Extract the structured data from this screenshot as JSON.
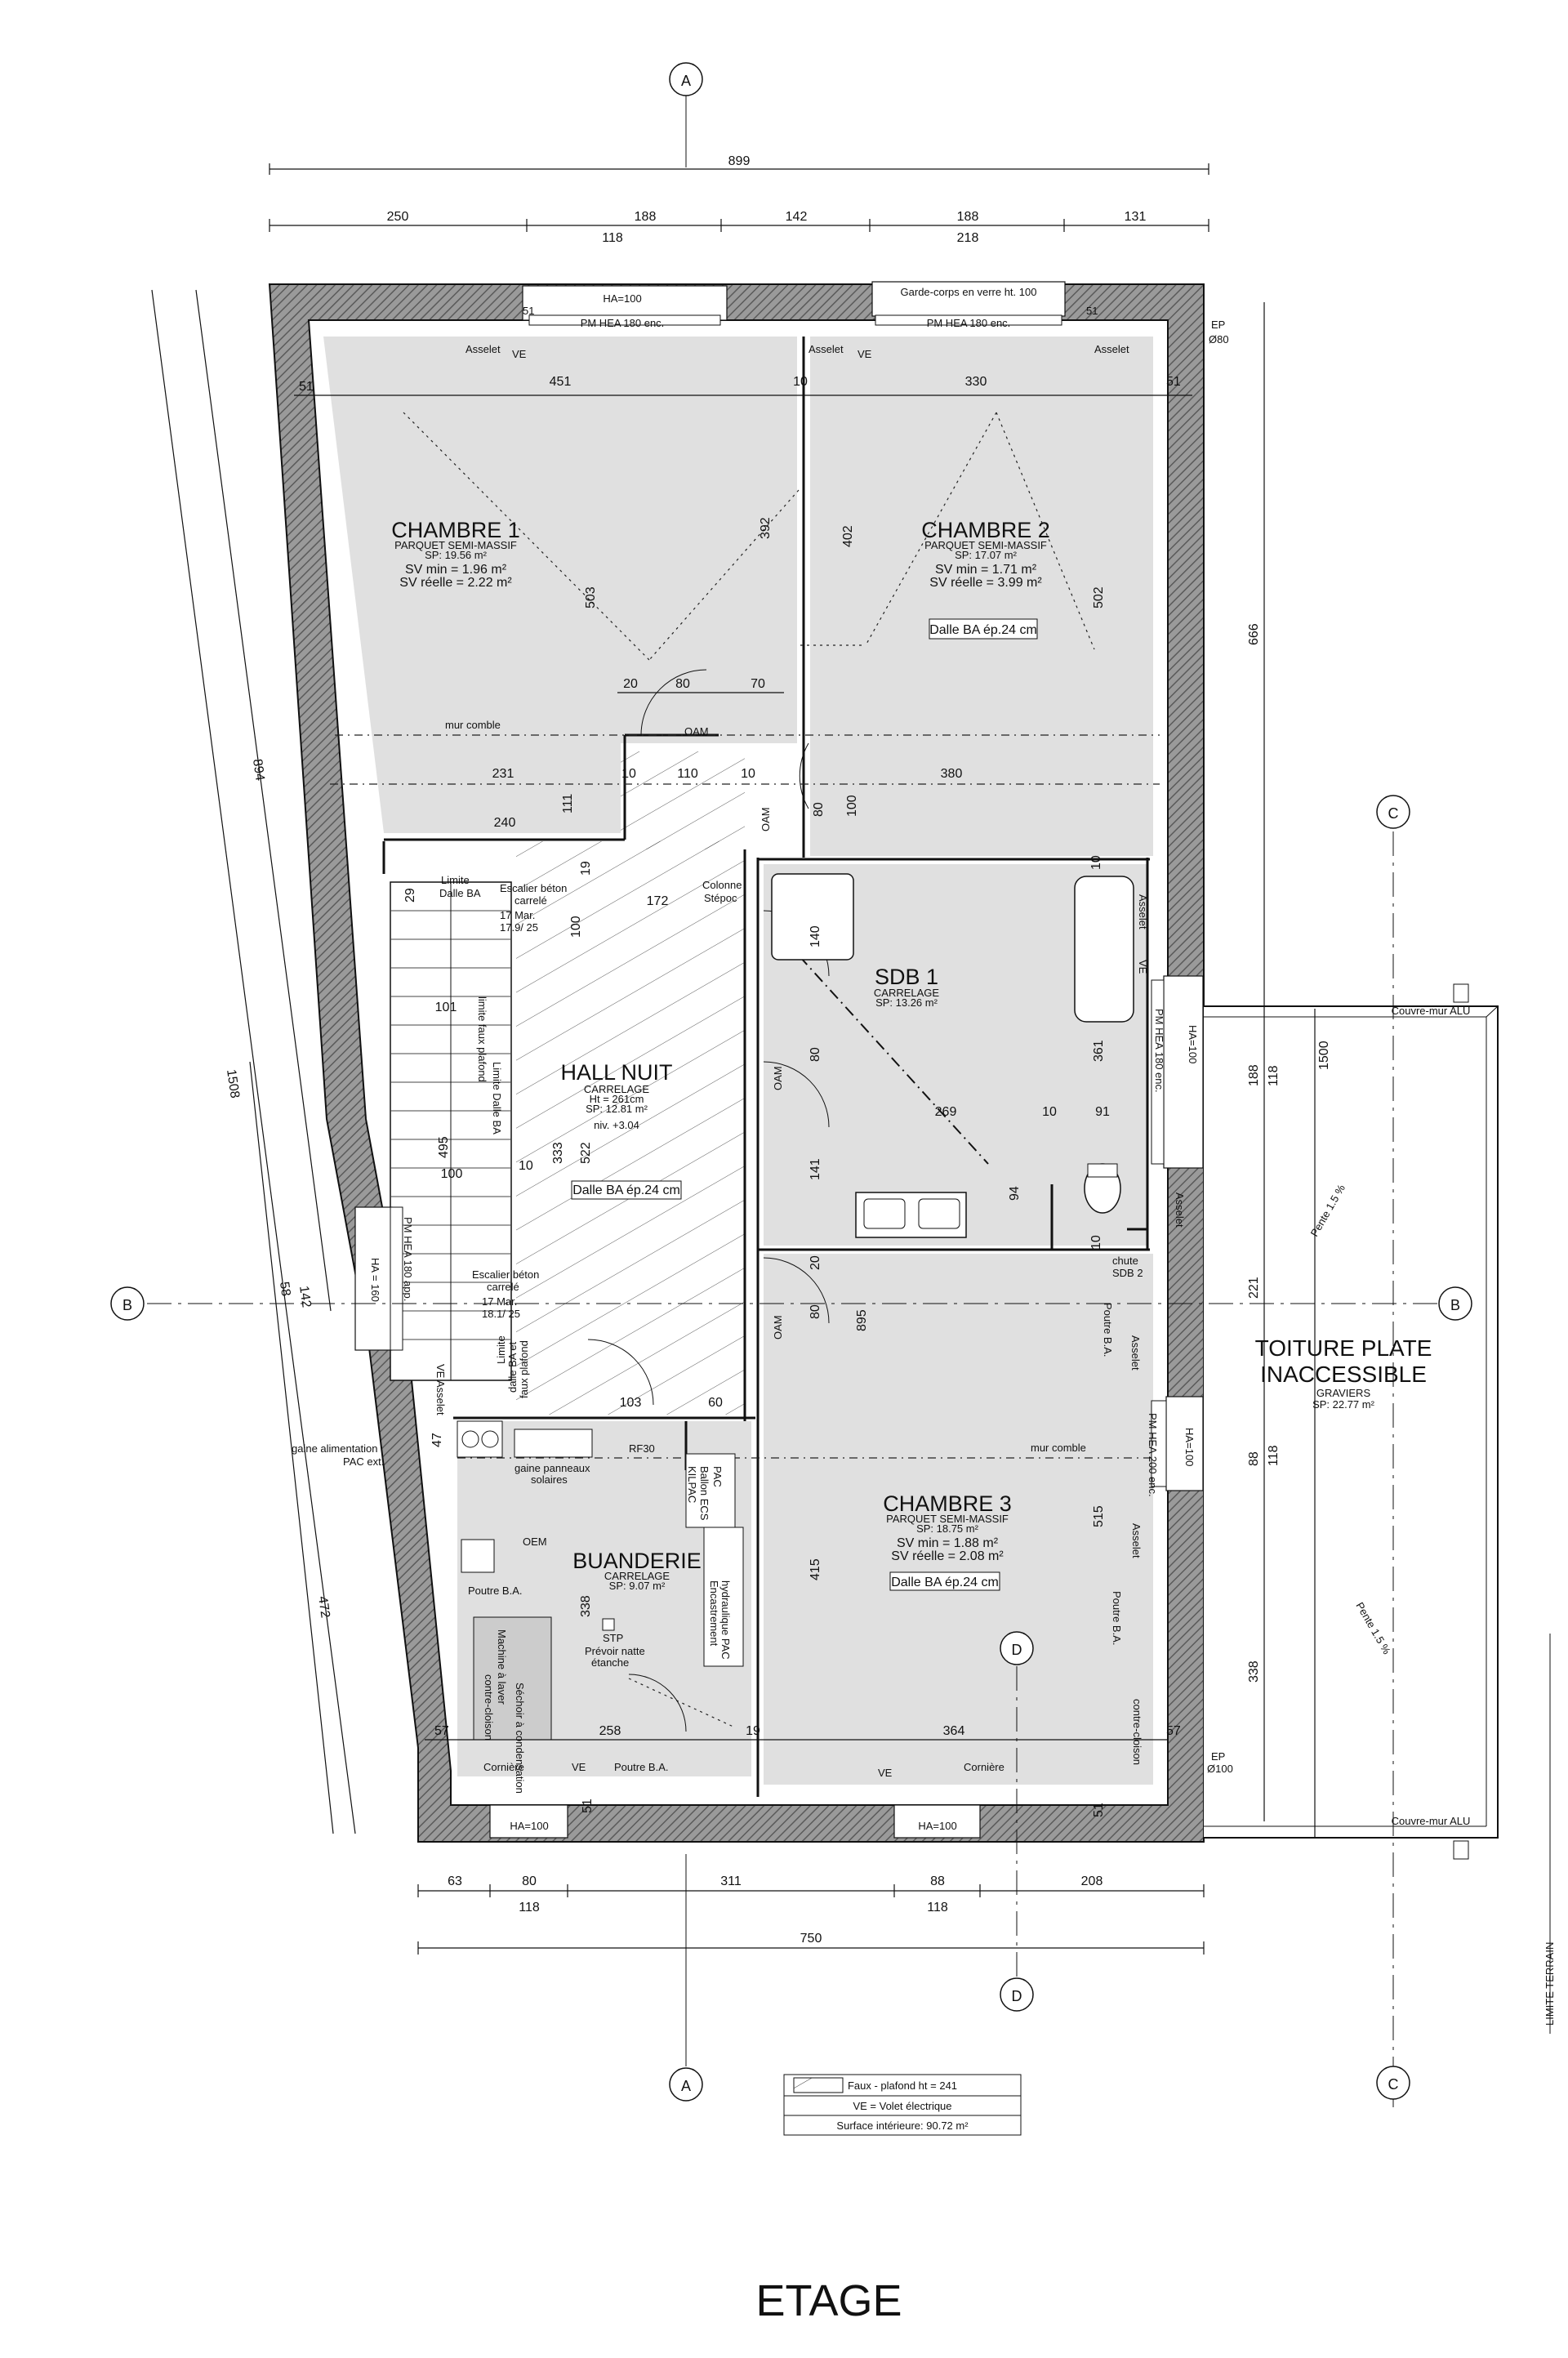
{
  "axes": {
    "a_top": "A",
    "a_bottom": "A",
    "b_left": "B",
    "b_right": "B",
    "c_top": "C",
    "c_bottom": "C",
    "d_mid": "D",
    "d_bottom": "D"
  },
  "top_dims": {
    "total": "899",
    "row1": [
      "250",
      "188",
      "142",
      "188",
      "131"
    ],
    "row2": [
      "118",
      "218"
    ]
  },
  "bottom_dims": {
    "row1": [
      "63",
      "80",
      "311",
      "88",
      "208"
    ],
    "row2": [
      "118",
      "118"
    ],
    "total": "750"
  },
  "left_dims": {
    "d894": "894",
    "d1508": "1508",
    "d142": "142",
    "d58": "58",
    "d472": "472"
  },
  "right_dims": {
    "d666": "666",
    "d1500": "1500",
    "d188": "188",
    "d118a": "118",
    "d221": "221",
    "d88": "88",
    "d118b": "118",
    "d338": "338"
  },
  "top_labels": {
    "ha100": "HA=100",
    "garde_corps": "Garde-corps en verre ht. 100",
    "pm_hea_1": "PM HEA 180 enc.",
    "pm_hea_2": "PM HEA 180 enc.",
    "asselet1": "Asselet",
    "ve1": "VE",
    "asselet2": "Asselet",
    "ve2": "VE",
    "asselet3": "Asselet",
    "ep80": "EP",
    "ep80b": "Ø80"
  },
  "rooms": {
    "chambre1": {
      "name": "CHAMBRE 1",
      "floor": "PARQUET SEMI-MASSIF",
      "sp": "SP: 19.56 m²",
      "svmin": "SV min = 1.96 m²",
      "svr": "SV réelle = 2.22 m²"
    },
    "chambre2": {
      "name": "CHAMBRE 2",
      "floor": "PARQUET SEMI-MASSIF",
      "sp": "SP: 17.07 m²",
      "svmin": "SV min = 1.71 m²",
      "svr": "SV réelle = 3.99 m²",
      "dalle": "Dalle BA ép.24 cm"
    },
    "sdb1": {
      "name": "SDB 1",
      "floor": "CARRELAGE",
      "sp": "SP: 13.26 m²"
    },
    "hall": {
      "name": "HALL NUIT",
      "floor": "CARRELAGE",
      "ht": "Ht = 261cm",
      "sp": "SP: 12.81 m²",
      "niv": "niv. +3.04",
      "dalle": "Dalle BA ép.24 cm"
    },
    "chambre3": {
      "name": "CHAMBRE 3",
      "floor": "PARQUET SEMI-MASSIF",
      "sp": "SP: 18.75 m²",
      "svmin": "SV min = 1.88 m²",
      "svr": "SV réelle = 2.08 m²",
      "dalle": "Dalle BA ép.24 cm"
    },
    "buanderie": {
      "name": "BUANDERIE",
      "floor": "CARRELAGE",
      "sp": "SP: 9.07 m²"
    },
    "toiture": {
      "line1": "TOITURE PLATE",
      "line2": "INACCESSIBLE",
      "floor": "GRAVIERS",
      "sp": "SP: 22.77 m²"
    }
  },
  "inner_dims": {
    "d51a": "51",
    "d451": "451",
    "d10a": "10",
    "d330": "330",
    "d51b": "51",
    "d392": "392",
    "d402": "402",
    "d503": "503",
    "d502": "502",
    "d20": "20",
    "d80a": "80",
    "d70": "70",
    "d231": "231",
    "d10b": "10",
    "d110": "110",
    "d10c": "10",
    "d380": "380",
    "d111": "111",
    "d240": "240",
    "d80b": "80",
    "d100a": "100",
    "d10d": "10",
    "d19": "19",
    "d29": "29",
    "d172": "172",
    "d100b": "100",
    "d140": "140",
    "d101": "101",
    "d80c": "80",
    "d361": "361",
    "d269": "269",
    "d10e": "10",
    "d91": "91",
    "d495": "495",
    "d10f": "10",
    "d333": "333",
    "d522": "522",
    "d100c": "100",
    "d141": "141",
    "d94": "94",
    "d10g": "10",
    "d20b": "20",
    "d80d": "80",
    "d895": "895",
    "d103": "103",
    "d60": "60",
    "d47": "47",
    "d515": "515",
    "d415": "415",
    "d338b": "338",
    "d57a": "57",
    "d258": "258",
    "d19b": "19",
    "d364": "364",
    "d57b": "57",
    "d51c": "51",
    "d57c": "57",
    "d51d": "51"
  },
  "labels": {
    "mur_comble1": "mur comble",
    "mur_comble2": "mur comble",
    "oam1": "OAM",
    "oam2": "OAM",
    "oam3": "OAM",
    "oam4": "OAM",
    "oam5": "OAM",
    "oem": "OEM",
    "limite_dalle": "Limite",
    "dalle_ba": "Dalle BA",
    "escalier1": "Escalier béton",
    "carrele1": "carrelé",
    "mar1": "17 Mar.",
    "mar1b": "17.9/ 25",
    "colonne": "Colonne",
    "stepoc": "Stépoc",
    "limite_faux": "limite faux plafond",
    "limite_dalle_ba": "Limite Dalle BA",
    "escalier2": "Escalier béton",
    "carrele2": "carrelé",
    "mar2": "17 Mar.",
    "mar2b": "18.1/ 25",
    "limite_ba1": "Limite",
    "limite_ba2": "dalle BA et",
    "limite_ba3": "faux plafond",
    "ve_left": "VE",
    "asselet_left": "Asselet",
    "pm_hea_left": "PM HEA 180 app.",
    "ha160": "HA = 160",
    "ha100_r1": "HA=100",
    "pm_hea_r1": "PM HEA 180 enc.",
    "asselet_r1": "Asselet",
    "ve_r1": "VE",
    "asselet_r2": "Asselet",
    "chute1": "chute",
    "chute2": "SDB 2",
    "poutre_ba1": "Poutre B.A.",
    "asselet_r3": "Asselet",
    "pm_hea_r2": "PM HEA 200 enc.",
    "ha100_r2": "HA=100",
    "asselet_r4": "Asselet",
    "poutre_ba2": "Poutre B.A.",
    "contre_cloison": "contre-cloison",
    "couvre_mur1": "Couvre-mur ALU",
    "couvre_mur2": "Couvre-mur ALU",
    "pente1": "Pente 1.5 %",
    "pente2": "Pente 1.5 %",
    "ep100": "EP",
    "ep100b": "Ø100",
    "limite_terrain": "LIMITE TERRAIN",
    "gaine1": "gaine alimentation",
    "gaine1b": "PAC ext.",
    "gaine2": "gaine panneaux",
    "gaine2b": "solaires",
    "rf30": "RF30",
    "kilfac": "KILPAC",
    "ballon": "Ballon ECS",
    "pac": "PAC",
    "poutre_ba3": "Poutre B.A.",
    "machine": "Machine à laver",
    "sechoir": "Séchoir à condensation",
    "contre_cloison2": "contre-cloison",
    "stp": "STP",
    "prevoir": "Prévoir natte",
    "etanche": "étanche",
    "encastrement": "Encastrement",
    "hydraulique": "hydraulique PAC",
    "corniere1": "Cornière",
    "ve_b1": "VE",
    "poutre_ba4": "Poutre B.A.",
    "ve_b2": "VE",
    "corniere2": "Cornière",
    "ha100_b1": "HA=100",
    "ha100_b2": "HA=100"
  },
  "legend": {
    "faux": "Faux - plafond ht = 241",
    "ve": "VE = Volet électrique",
    "surface": "Surface intérieure: 90.72 m²"
  },
  "title": "ETAGE"
}
